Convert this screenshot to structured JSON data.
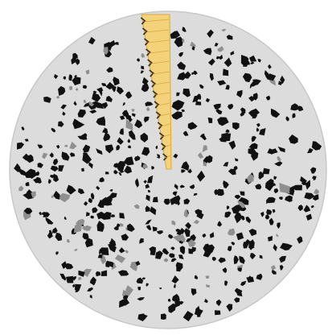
{
  "figure": {
    "colors": {
      "background": "#ffffff",
      "matrix_fill": "#dcdcdc",
      "matrix_edge": "#c8c8c8",
      "aggregate_dark": "#111111",
      "aggregate_gray": "#8f8f8f",
      "crack_fill": "#f3d27a",
      "crack_edge": "#d9a93d",
      "crack_mark": "#3a2a10"
    },
    "shapes": {
      "matrix": "circle",
      "aggregate": "irregular-fragment",
      "crack": "tapering-wedge"
    },
    "aggregate_count": 520,
    "aggregate_gray_fraction": 0.12
  }
}
